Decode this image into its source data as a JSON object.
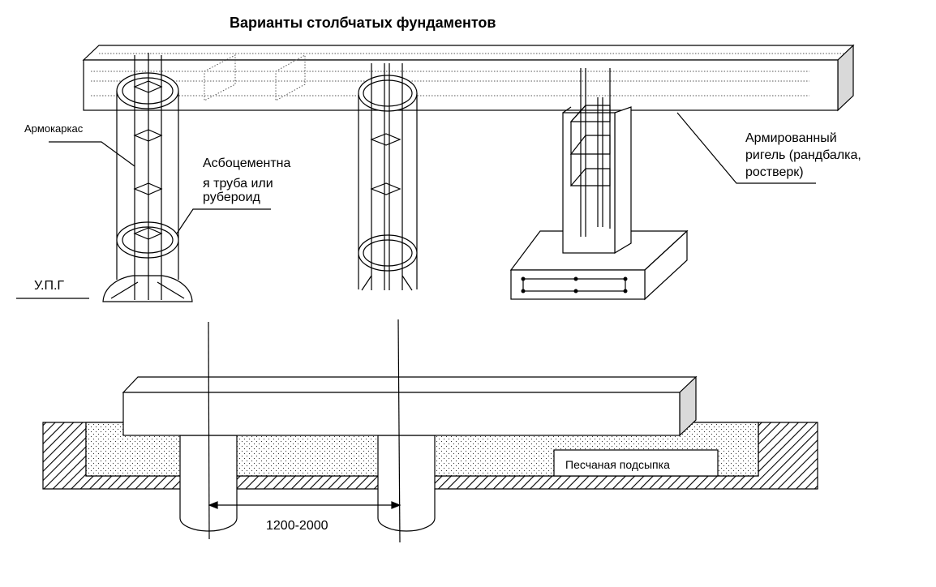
{
  "diagram": {
    "title": "Варианты столбчатых фундаментов",
    "labels": {
      "reinforcement_cage": "Армокаркас",
      "asbestos_pipe_line1": "Асбоцементна",
      "asbestos_pipe_line2": "я труба или",
      "asbestos_pipe_line3": "рубероид",
      "beam_line1": "Армированный",
      "beam_line2": "ригель (рандбалка,",
      "beam_line3": "ростверк)",
      "ground_level": "У.П.Г",
      "sand_bedding": "Песчаная подсыпка",
      "spacing_dimension": "1200-2000"
    },
    "colors": {
      "line": "#000000",
      "background": "#ffffff",
      "end_face": "#d9d9d9",
      "reinforcement_dotted": "#555555"
    }
  }
}
